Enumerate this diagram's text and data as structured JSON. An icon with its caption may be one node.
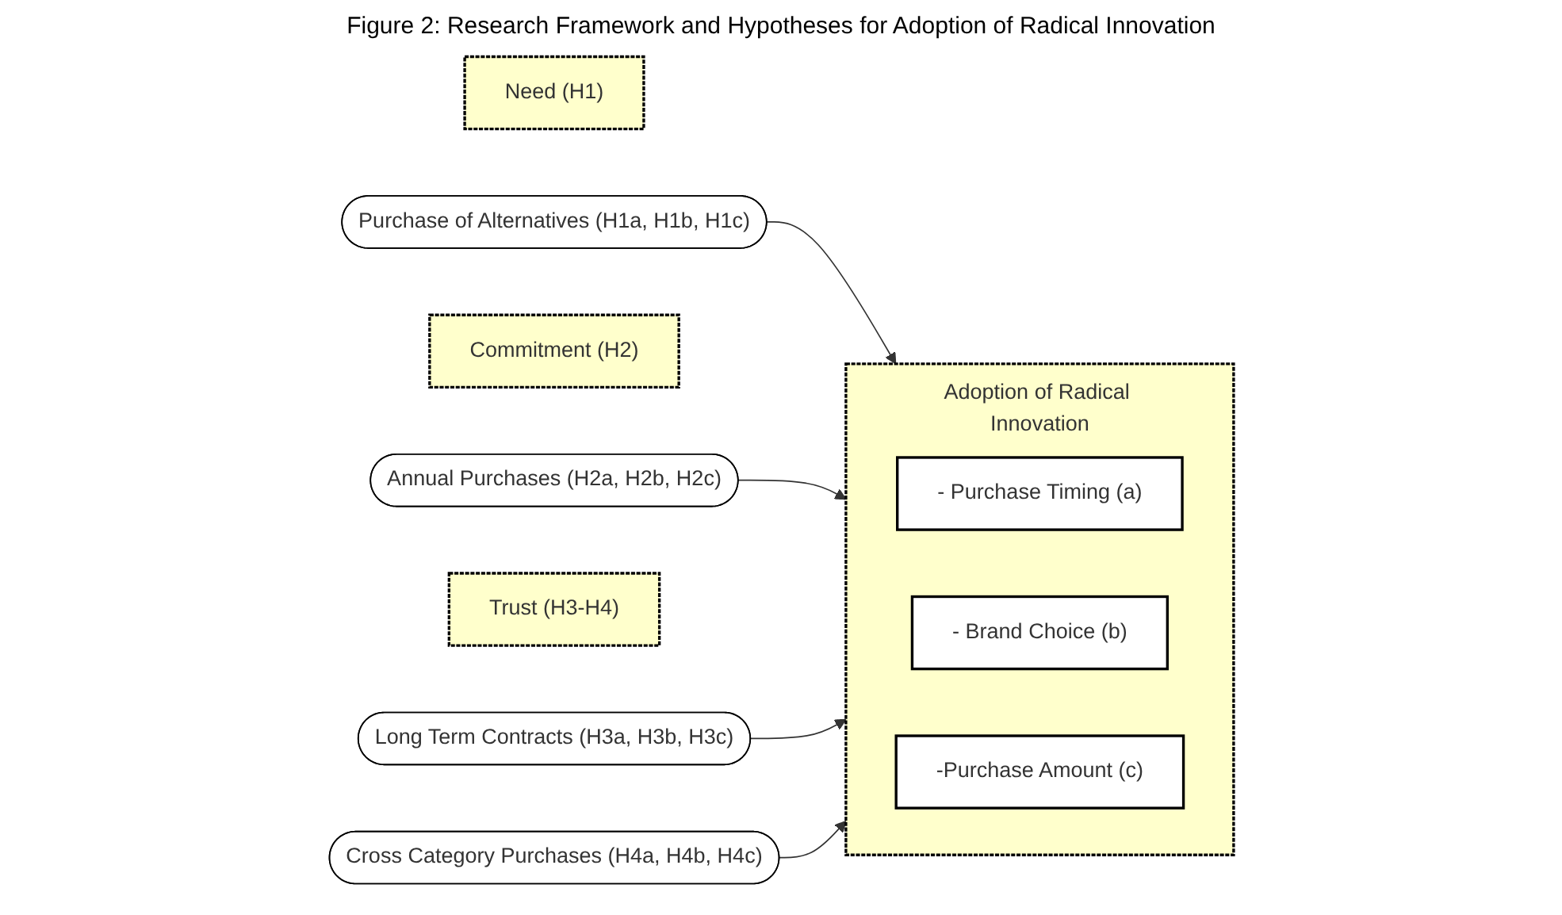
{
  "diagram": {
    "title": "Figure 2: Research Framework and Hypotheses for Adoption of Radical Innovation",
    "nodes": [
      {
        "text": [
          "Need (H1)"
        ]
      },
      {
        "text": [
          "Purchase of Alternatives (H1a, H1b, H1c)"
        ]
      },
      {
        "text": [
          "Commitment (H2)"
        ]
      },
      {
        "text": [
          "Annual Purchases (H2a, H2b, H2c)"
        ]
      },
      {
        "text": [
          "Trust (H3-H4)"
        ]
      },
      {
        "text": [
          "Long Term Contracts (H3a, H3b, H3c)"
        ]
      },
      {
        "text": [
          "Cross Category Purchases (H4a, H4b, H4c)"
        ]
      },
      {
        "text": [
          "Adoption of Radical Innovation"
        ]
      },
      {
        "text": [
          "- Purchase Timing (a)"
        ],
        "in": 7
      },
      {
        "text": [
          "- Brand Choice (b)"
        ],
        "in": 7
      },
      {
        "text": [
          "-Purchase Amount (c)"
        ],
        "in": 7
      }
    ],
    "edges": [
      {
        "from": 1,
        "to": 7,
        "arrow": "to"
      },
      {
        "from": 3,
        "to": 7,
        "arrow": "to"
      },
      {
        "from": 5,
        "to": 7,
        "arrow": "to"
      },
      {
        "from": 6,
        "to": 7,
        "arrow": "to"
      }
    ]
  }
}
